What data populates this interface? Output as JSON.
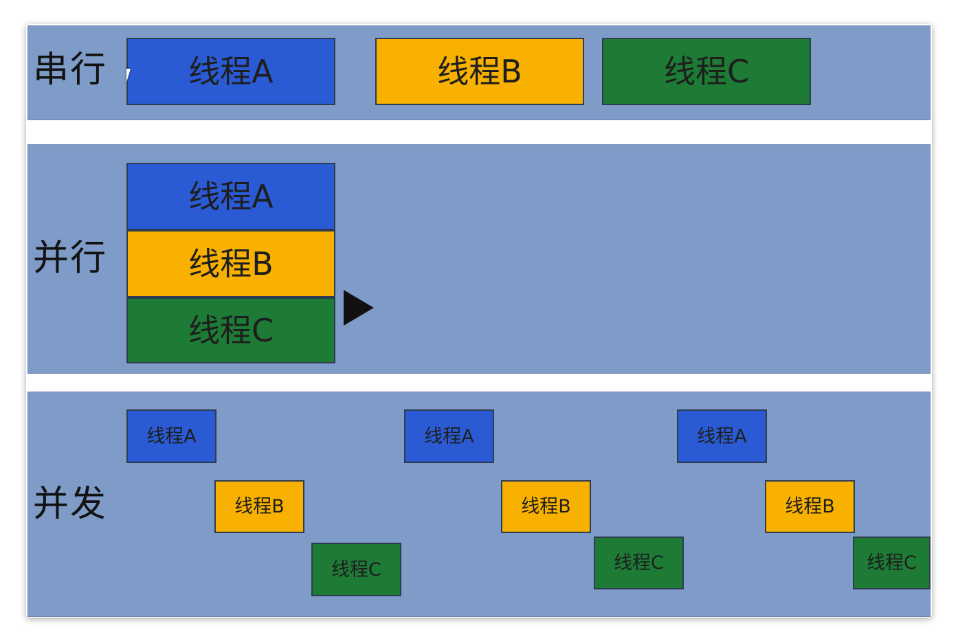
{
  "colors": {
    "thread_a": "#2a5bd4",
    "thread_b": "#f8b100",
    "thread_c": "#1d7b36"
  },
  "serial": {
    "label": "串行",
    "thread_a": "线程A",
    "thread_b": "线程B",
    "thread_c": "线程C"
  },
  "parallel": {
    "label": "并行",
    "thread_a": "线程A",
    "thread_b": "线程B",
    "thread_c": "线程C"
  },
  "concurrent": {
    "label": "并发",
    "blocks": [
      "线程A",
      "线程B",
      "线程C",
      "线程A",
      "线程B",
      "线程C",
      "线程A",
      "线程B",
      "线程C"
    ]
  }
}
